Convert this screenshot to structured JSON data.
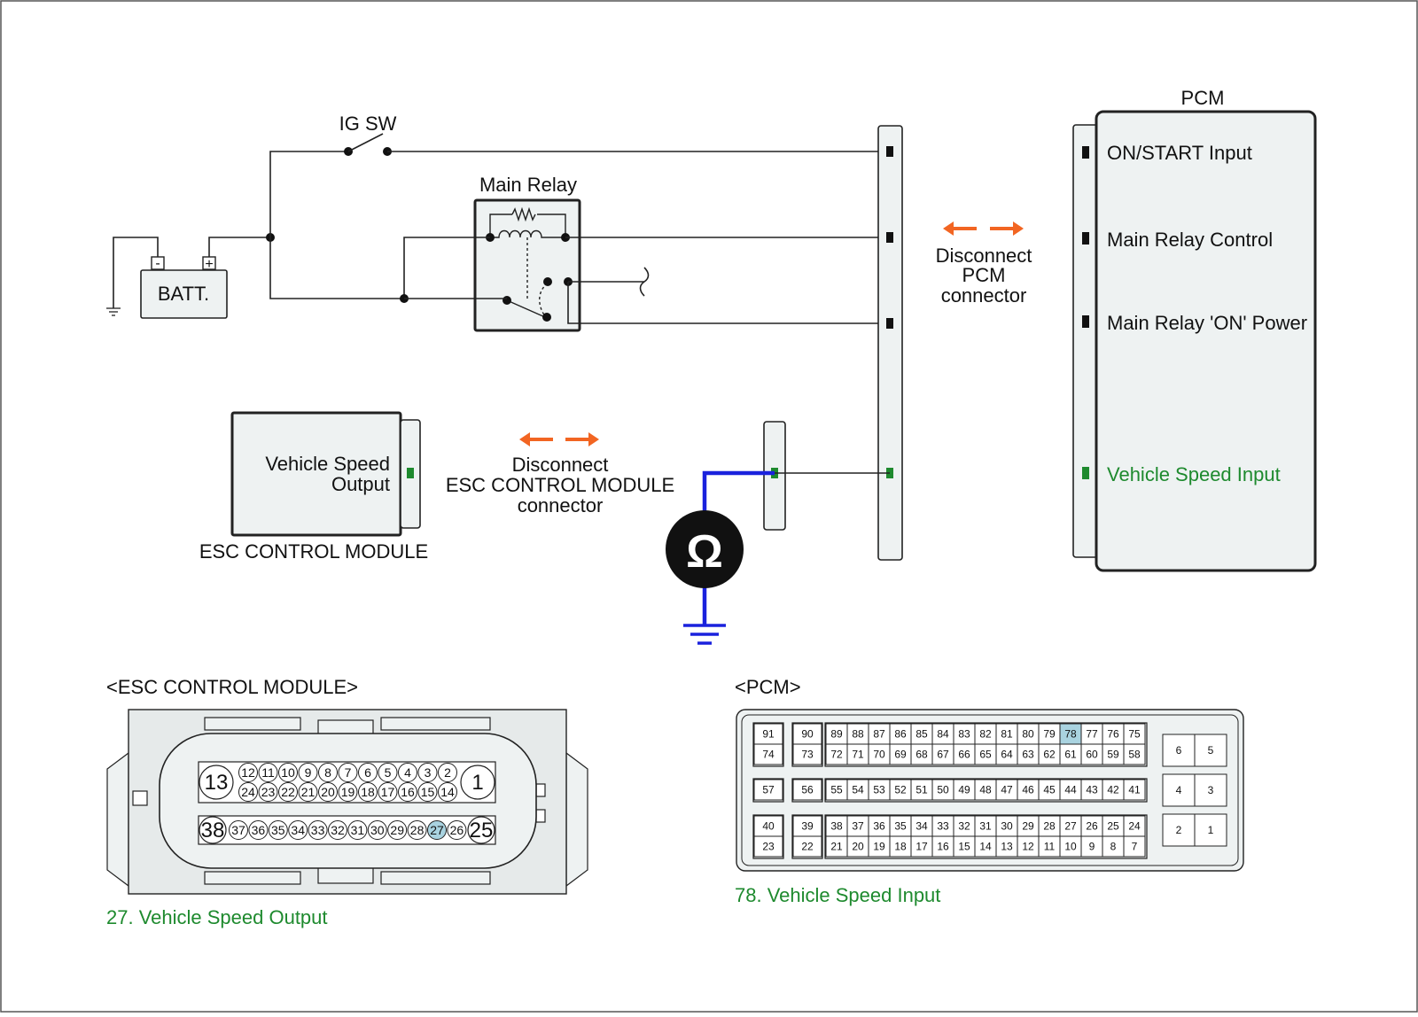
{
  "schematic": {
    "ig_sw": "IG SW",
    "main_relay": "Main Relay",
    "batt": "BATT.",
    "batt_minus": "-",
    "batt_plus": "+",
    "pcm_title": "PCM",
    "pcm_pins": [
      "ON/START Input",
      "Main Relay Control",
      "Main Relay 'ON' Power",
      "Vehicle Speed Input"
    ],
    "disconnect_pcm": [
      "Disconnect",
      "PCM",
      "connector"
    ],
    "disconnect_esc": [
      "Disconnect",
      "ESC CONTROL MODULE",
      "connector"
    ],
    "esc_output": [
      "Vehicle Speed",
      "Output"
    ],
    "esc_module": "ESC CONTROL MODULE",
    "ohm_symbol": "Ω"
  },
  "connectors": {
    "esc_title": "<ESC CONTROL MODULE>",
    "pcm_title": "<PCM>",
    "esc_caption": "27. Vehicle Speed Output",
    "pcm_caption": "78. Vehicle Speed Input",
    "esc_highlight": "27",
    "pcm_highlight": "78",
    "esc_big_pins": [
      "13",
      "1",
      "38",
      "25"
    ],
    "esc_row1": [
      "12",
      "11",
      "10",
      "9",
      "8",
      "7",
      "6",
      "5",
      "4",
      "3",
      "2"
    ],
    "esc_row2": [
      "24",
      "23",
      "22",
      "21",
      "20",
      "19",
      "18",
      "17",
      "16",
      "15",
      "14"
    ],
    "esc_row3": [
      "37",
      "36",
      "35",
      "34",
      "33",
      "32",
      "31",
      "30",
      "29",
      "28",
      "27",
      "26"
    ],
    "pcm_left_pins": [
      [
        "91",
        "74"
      ],
      [
        "57"
      ],
      [
        "40",
        "23"
      ]
    ],
    "pcm_second_pins": [
      [
        "90",
        "73"
      ],
      [
        "56"
      ],
      [
        "39",
        "22"
      ]
    ],
    "pcm_main_rows": [
      [
        "89",
        "88",
        "87",
        "86",
        "85",
        "84",
        "83",
        "82",
        "81",
        "80",
        "79",
        "78",
        "77",
        "76",
        "75"
      ],
      [
        "72",
        "71",
        "70",
        "69",
        "68",
        "67",
        "66",
        "65",
        "64",
        "63",
        "62",
        "61",
        "60",
        "59",
        "58"
      ],
      [
        "55",
        "54",
        "53",
        "52",
        "51",
        "50",
        "49",
        "48",
        "47",
        "46",
        "45",
        "44",
        "43",
        "42",
        "41"
      ],
      [
        "38",
        "37",
        "36",
        "35",
        "34",
        "33",
        "32",
        "31",
        "30",
        "29",
        "28",
        "27",
        "26",
        "25",
        "24"
      ],
      [
        "21",
        "20",
        "19",
        "18",
        "17",
        "16",
        "15",
        "14",
        "13",
        "12",
        "11",
        "10",
        "9",
        "8",
        "7"
      ]
    ],
    "pcm_right_pins": [
      [
        "6",
        "5"
      ],
      [
        "4",
        "3"
      ],
      [
        "2",
        "1"
      ]
    ]
  },
  "colors": {
    "green": "#1e8a2e",
    "orange": "#f26522",
    "blue": "#1a22dd",
    "highlight": "#a9d3e0"
  }
}
